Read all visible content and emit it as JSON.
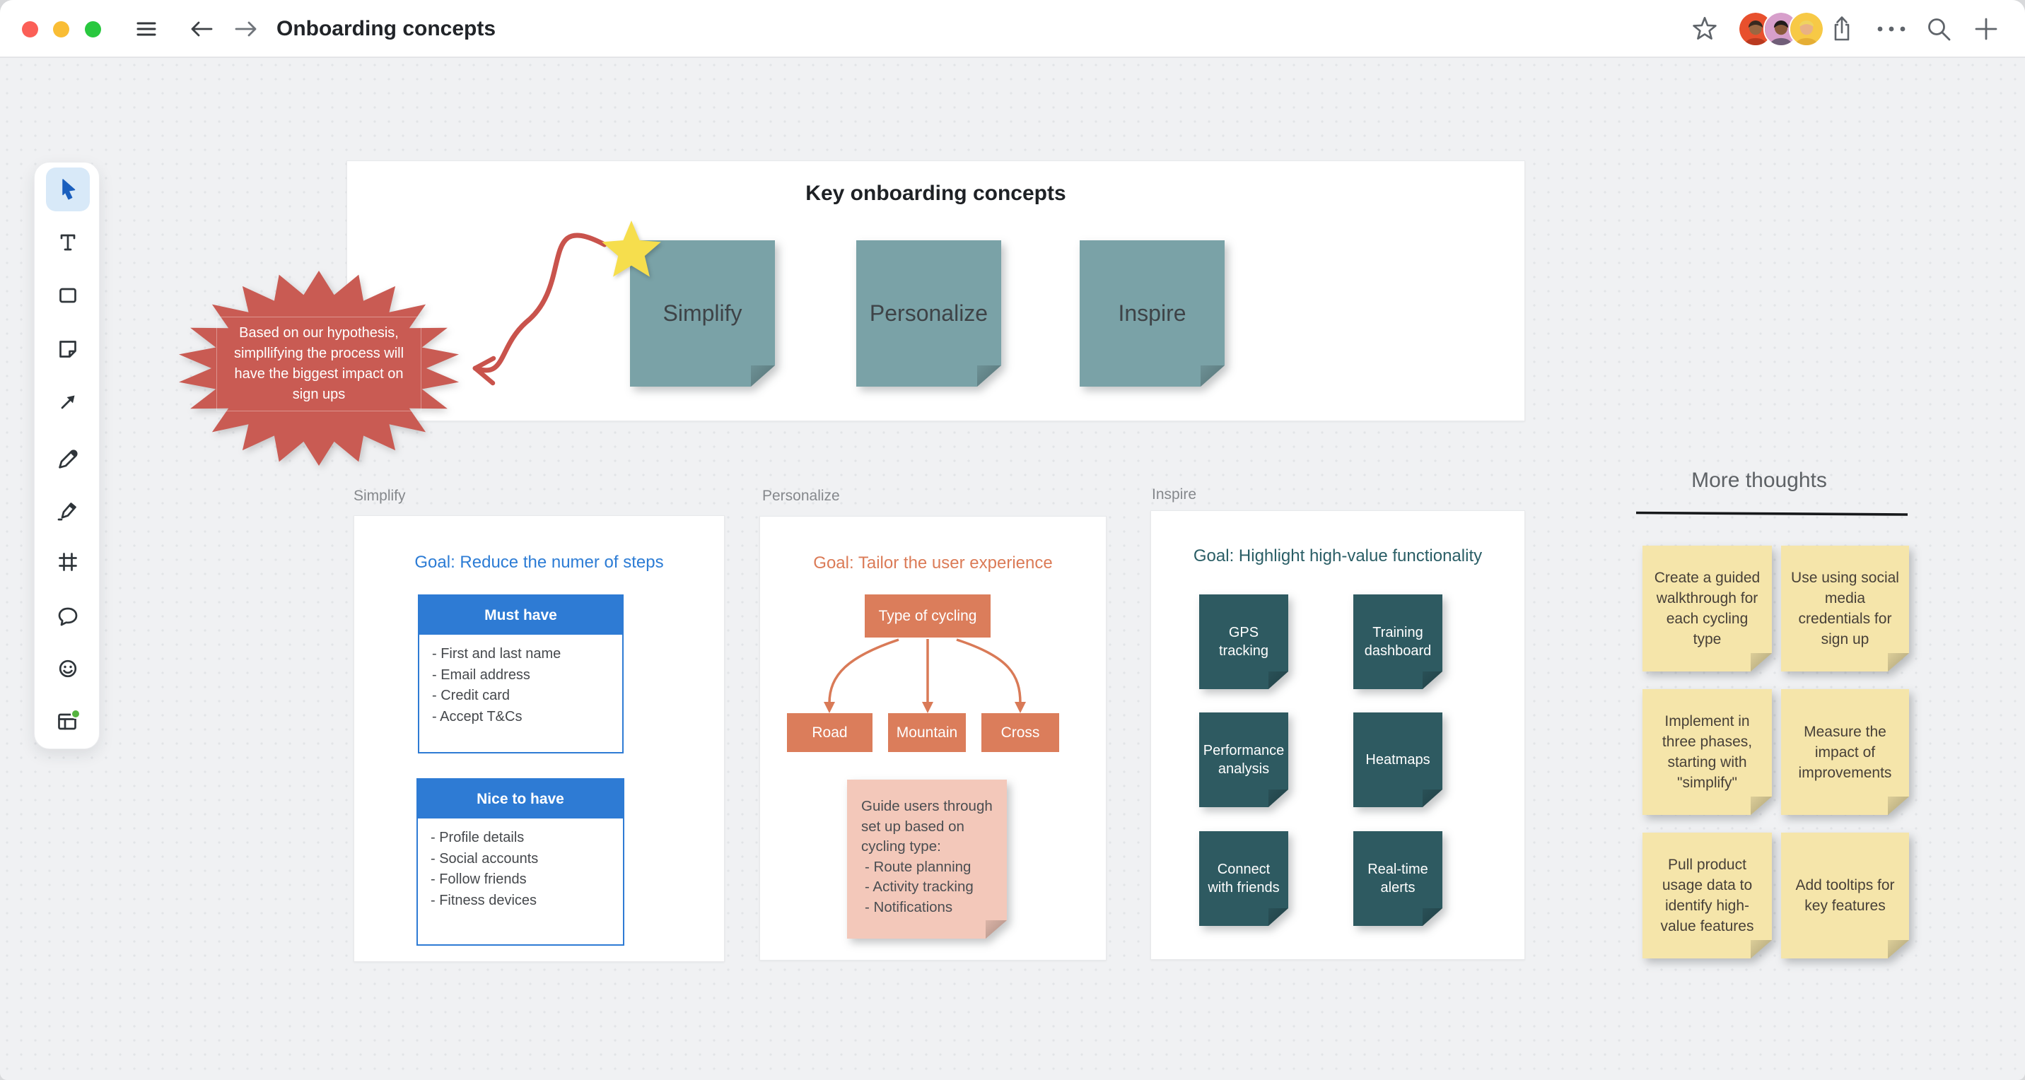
{
  "window": {
    "title": "Onboarding concepts"
  },
  "topbar": {
    "traffic_lights": [
      "close",
      "minimize",
      "zoom"
    ],
    "right_icons": [
      "favorite-star",
      "collaborators",
      "share",
      "more",
      "search",
      "new-board"
    ],
    "avatar_colors": [
      "#E8502D",
      "#D79FCB",
      "#F7C946"
    ]
  },
  "toolbar": {
    "tools": [
      "select",
      "text",
      "shape",
      "sticky-note",
      "arrow",
      "pen",
      "highlighter",
      "frame",
      "comment",
      "emoji",
      "templates"
    ],
    "selected": "select",
    "badge_color": "#54B33F"
  },
  "canvas": {
    "key_frame": {
      "title": "Key onboarding concepts",
      "notes": [
        "Simplify",
        "Personalize",
        "Inspire"
      ]
    },
    "hypothesis": {
      "text": "Based on our hypothesis, simpllifying the process will have the biggest impact on sign ups"
    },
    "sections": {
      "simplify": {
        "label": "Simplify",
        "goal": "Goal: Reduce the numer of steps",
        "must_have": {
          "title": "Must have",
          "items": [
            "- First and last name",
            "- Email address",
            "- Credit card",
            "- Accept T&Cs"
          ]
        },
        "nice_to_have": {
          "title": "Nice to have",
          "items": [
            "- Profile details",
            "- Social accounts",
            "- Follow friends",
            "- Fitness devices"
          ]
        }
      },
      "personalize": {
        "label": "Personalize",
        "goal": "Goal: Tailor the user experience",
        "root": "Type of cycling",
        "children": [
          "Road",
          "Mountain",
          "Cross"
        ],
        "note": {
          "text": "Guide users through set up based on cycling type:",
          "bullets": [
            "- Route planning",
            "- Activity tracking",
            "- Notifications"
          ]
        }
      },
      "inspire": {
        "label": "Inspire",
        "goal": "Goal: Highlight high-value functionality",
        "notes": [
          "GPS tracking",
          "Training dashboard",
          "Performance analysis",
          "Heatmaps",
          "Connect with friends",
          "Real-time alerts"
        ]
      },
      "more_thoughts": {
        "title": "More thoughts",
        "notes": [
          "Create a guided walkthrough for each cycling type",
          "Use using social media credentials for sign up",
          "Implement in three phases, starting with \"simplify\"",
          "Measure the impact of improvements",
          "Pull product usage data to identify high-value features",
          "Add tooltips for key features"
        ]
      }
    },
    "colors": {
      "teal_note": "#7AA2A7",
      "dark_note": "#2E5A61",
      "yellow_note": "#F5E5AA",
      "pink_note": "#F3C8BA",
      "blue": "#2E7BD4",
      "orange": "#DB7D5B",
      "red": "#C95B53",
      "star": "#F6DE4D"
    }
  }
}
